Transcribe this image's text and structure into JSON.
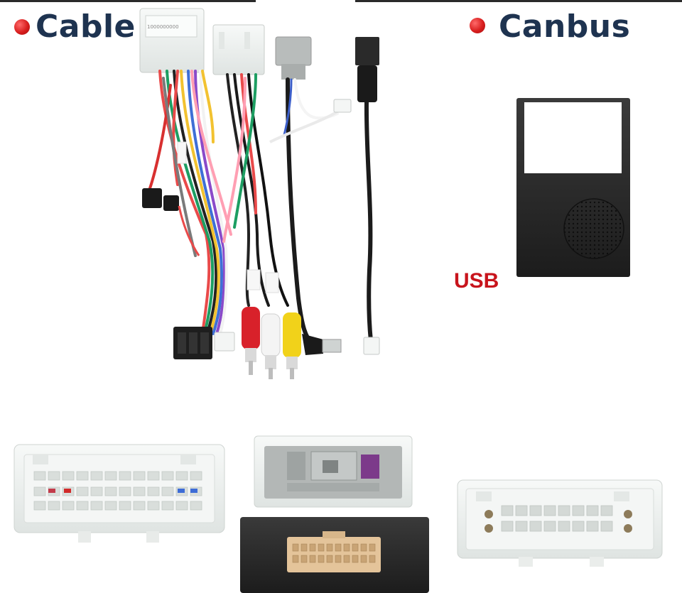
{
  "product": {
    "section_cable": "Cable",
    "section_canbus": "Canbus",
    "usb_label": "USB"
  },
  "colors": {
    "heading": "#1e3350",
    "bullet": "#d81e1e",
    "usb_label": "#c8141c",
    "box": "#2b2b2b",
    "connector_housing": "#eef1ef"
  },
  "icons": [
    "bullet-dot-icon"
  ]
}
